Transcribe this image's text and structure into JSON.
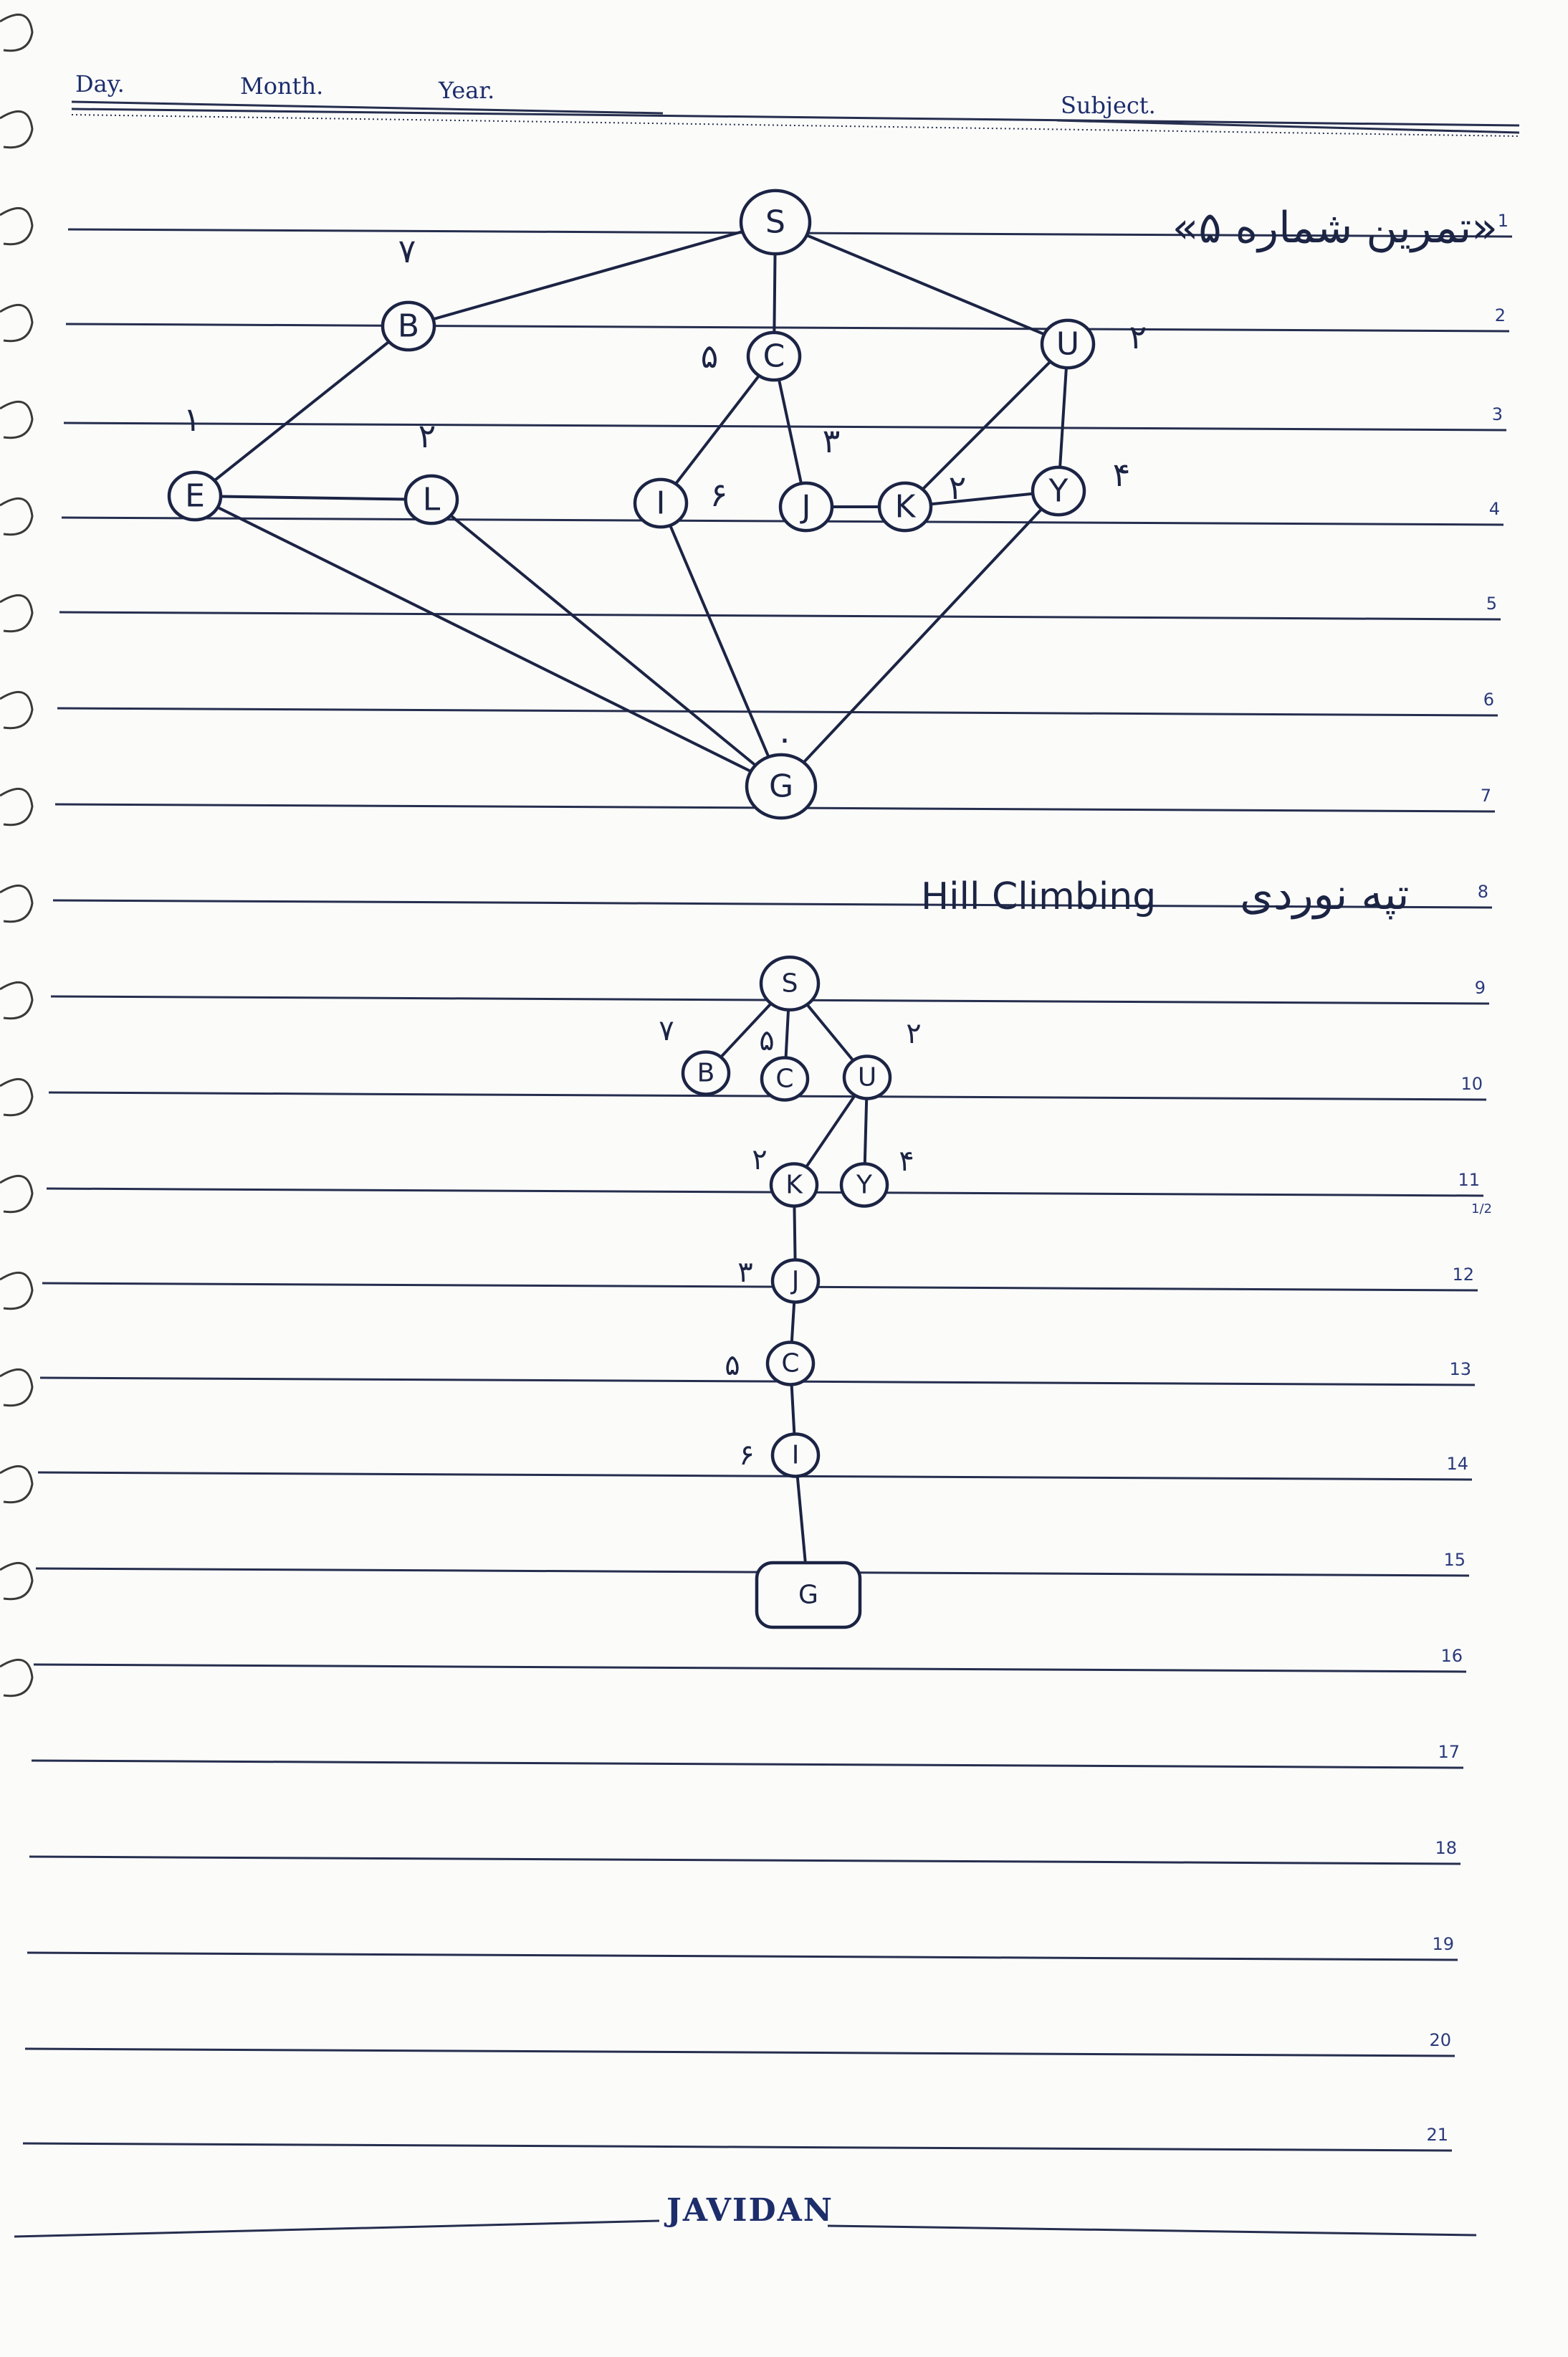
{
  "header": {
    "day_label": "Day.",
    "month_label": "Month.",
    "year_label": "Year.",
    "subject_label": "Subject."
  },
  "line_numbers": [
    "1",
    "2",
    "3",
    "4",
    "5",
    "6",
    "7",
    "8",
    "9",
    "10",
    "11",
    "1/2",
    "12",
    "13",
    "14",
    "15",
    "16",
    "17",
    "18",
    "19",
    "20",
    "21"
  ],
  "title_persian": "«تمرین شماره ۵»",
  "subtitle": {
    "english": "Hill Climbing",
    "persian": "تپه نوردی"
  },
  "graph": {
    "nodes": [
      {
        "id": "S",
        "label": "S"
      },
      {
        "id": "B",
        "label": "B",
        "weight": "۷"
      },
      {
        "id": "C",
        "label": "C",
        "weight": "۵"
      },
      {
        "id": "U",
        "label": "U",
        "weight": "۲"
      },
      {
        "id": "E",
        "label": "E",
        "weight": "۱"
      },
      {
        "id": "L",
        "label": "L",
        "weight": "۲"
      },
      {
        "id": "I",
        "label": "I",
        "weight": "۶"
      },
      {
        "id": "J",
        "label": "J",
        "weight": "۳"
      },
      {
        "id": "K",
        "label": "K",
        "weight": "۲"
      },
      {
        "id": "Y",
        "label": "Y",
        "weight": "۴"
      },
      {
        "id": "G",
        "label": "G",
        "weight": "۰"
      }
    ],
    "edges": [
      [
        "S",
        "B"
      ],
      [
        "S",
        "C"
      ],
      [
        "S",
        "U"
      ],
      [
        "B",
        "E"
      ],
      [
        "E",
        "L"
      ],
      [
        "C",
        "I"
      ],
      [
        "C",
        "J"
      ],
      [
        "J",
        "K"
      ],
      [
        "U",
        "K"
      ],
      [
        "U",
        "Y"
      ],
      [
        "K",
        "Y"
      ],
      [
        "E",
        "G"
      ],
      [
        "L",
        "G"
      ],
      [
        "I",
        "G"
      ],
      [
        "Y",
        "G"
      ]
    ]
  },
  "tree": {
    "nodes": [
      {
        "id": "S",
        "label": "S"
      },
      {
        "id": "B",
        "label": "B",
        "weight": "۷"
      },
      {
        "id": "C1",
        "label": "C",
        "weight": "۵"
      },
      {
        "id": "U",
        "label": "U",
        "weight": "۲"
      },
      {
        "id": "K",
        "label": "K",
        "weight": "۲"
      },
      {
        "id": "Y",
        "label": "Y",
        "weight": "۴"
      },
      {
        "id": "J",
        "label": "J",
        "weight": "۳"
      },
      {
        "id": "C2",
        "label": "C",
        "weight": "۵"
      },
      {
        "id": "I",
        "label": "I",
        "weight": "۶"
      },
      {
        "id": "G",
        "label": "G"
      }
    ],
    "edges": [
      [
        "S",
        "B"
      ],
      [
        "S",
        "C1"
      ],
      [
        "S",
        "U"
      ],
      [
        "U",
        "K"
      ],
      [
        "U",
        "Y"
      ],
      [
        "K",
        "J"
      ],
      [
        "J",
        "C2"
      ],
      [
        "C2",
        "I"
      ],
      [
        "I",
        "G"
      ]
    ]
  },
  "footer": {
    "brand": "JAVIDAN"
  }
}
